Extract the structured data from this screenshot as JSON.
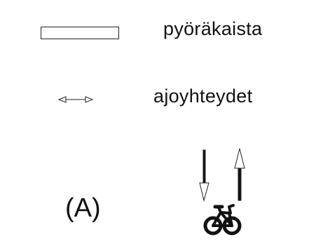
{
  "legend": {
    "items": [
      {
        "label": "pyöräkaista",
        "symbol": "outlined-rectangle"
      },
      {
        "label": "ajoyhteydet",
        "symbol": "double-arrow-icon"
      }
    ]
  },
  "diagram": {
    "label": "(A)",
    "icons": [
      "down-arrow-icon",
      "up-arrow-icon",
      "bicycle-icon"
    ]
  },
  "colors": {
    "line": "#222222",
    "fill": "#111111",
    "background": "#ffffff"
  }
}
